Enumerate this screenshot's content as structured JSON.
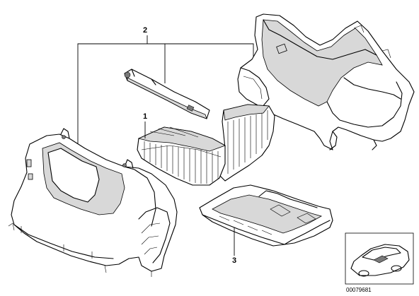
{
  "callouts": {
    "housing_set": "2",
    "filter_element": "1",
    "filter_frame": "3"
  },
  "reference_number": "00079681"
}
